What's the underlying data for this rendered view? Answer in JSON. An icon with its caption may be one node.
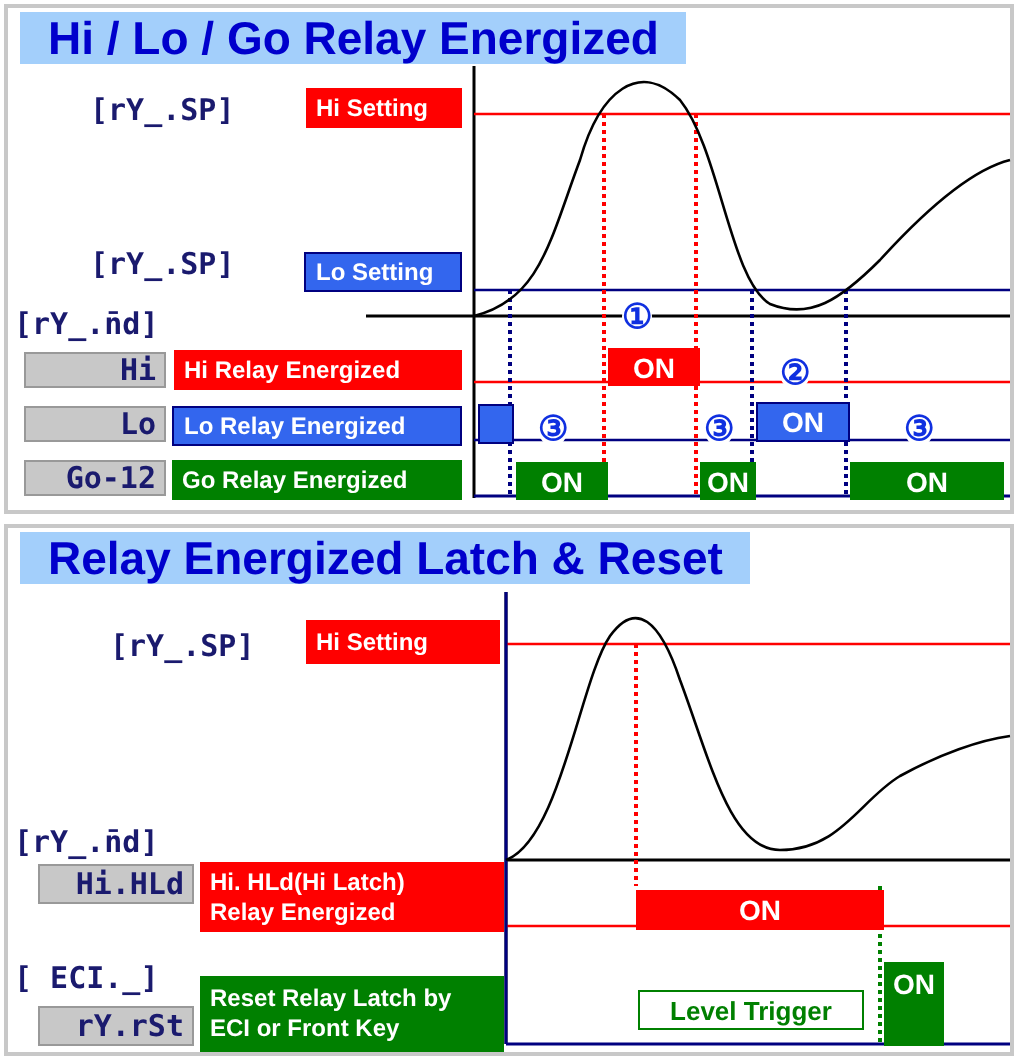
{
  "diagram": {
    "nodes": [
      {
        "text": [
          "Hi / Lo / Go Relay Energized"
        ]
      },
      {
        "text": [
          "Hi Setting"
        ],
        "in": 0
      },
      {
        "text": [
          "Lo Setting"
        ],
        "in": 0
      },
      {
        "text": [
          "Hi"
        ],
        "in": 0
      },
      {
        "text": [
          "Hi Relay Energized"
        ],
        "in": 0
      },
      {
        "text": [
          "Lo"
        ],
        "in": 0
      },
      {
        "text": [
          "Lo Relay Energized"
        ],
        "in": 0
      },
      {
        "text": [
          "Go-12"
        ],
        "in": 0
      },
      {
        "text": [
          "Go Relay Energized"
        ],
        "in": 0
      },
      {
        "text": [],
        "shape": "bar",
        "in": 0
      },
      {
        "text": [
          "ON"
        ],
        "beside": [
          "①"
        ],
        "in": 0
      },
      {
        "text": [
          "ON"
        ],
        "beside": [
          "②"
        ],
        "in": 0
      },
      {
        "text": [
          "ON"
        ],
        "beside": [
          "③"
        ],
        "in": 0
      },
      {
        "text": [
          "ON"
        ],
        "beside": [
          "③"
        ],
        "in": 0
      },
      {
        "text": [
          "ON"
        ],
        "beside": [
          "③"
        ],
        "in": 0
      },
      {
        "text": [
          "Relay Energized Latch & Reset"
        ]
      },
      {
        "text": [
          "Hi Setting"
        ],
        "in": 15
      },
      {
        "text": [
          "Hi.HLd"
        ],
        "in": 15
      },
      {
        "text": [
          "Hi. HLd(Hi Latch) Relay Energized"
        ],
        "in": 15
      },
      {
        "text": [
          "rY.rSt"
        ],
        "in": 15
      },
      {
        "text": [
          "Reset Relay Latch by ECI or Front Key"
        ],
        "in": 15
      },
      {
        "text": [
          "ON"
        ],
        "in": 15
      },
      {
        "text": [
          "Level Trigger"
        ],
        "in": 15
      },
      {
        "text": [
          "ON"
        ],
        "in": 15
      }
    ],
    "edges": [],
    "labels": [
      "[rY_.SP]",
      "[rY_.SP]",
      "[rY_.n̄d]",
      "[rY_.SP]",
      "[rY_.n̄d]",
      "[ ECI._]"
    ]
  }
}
